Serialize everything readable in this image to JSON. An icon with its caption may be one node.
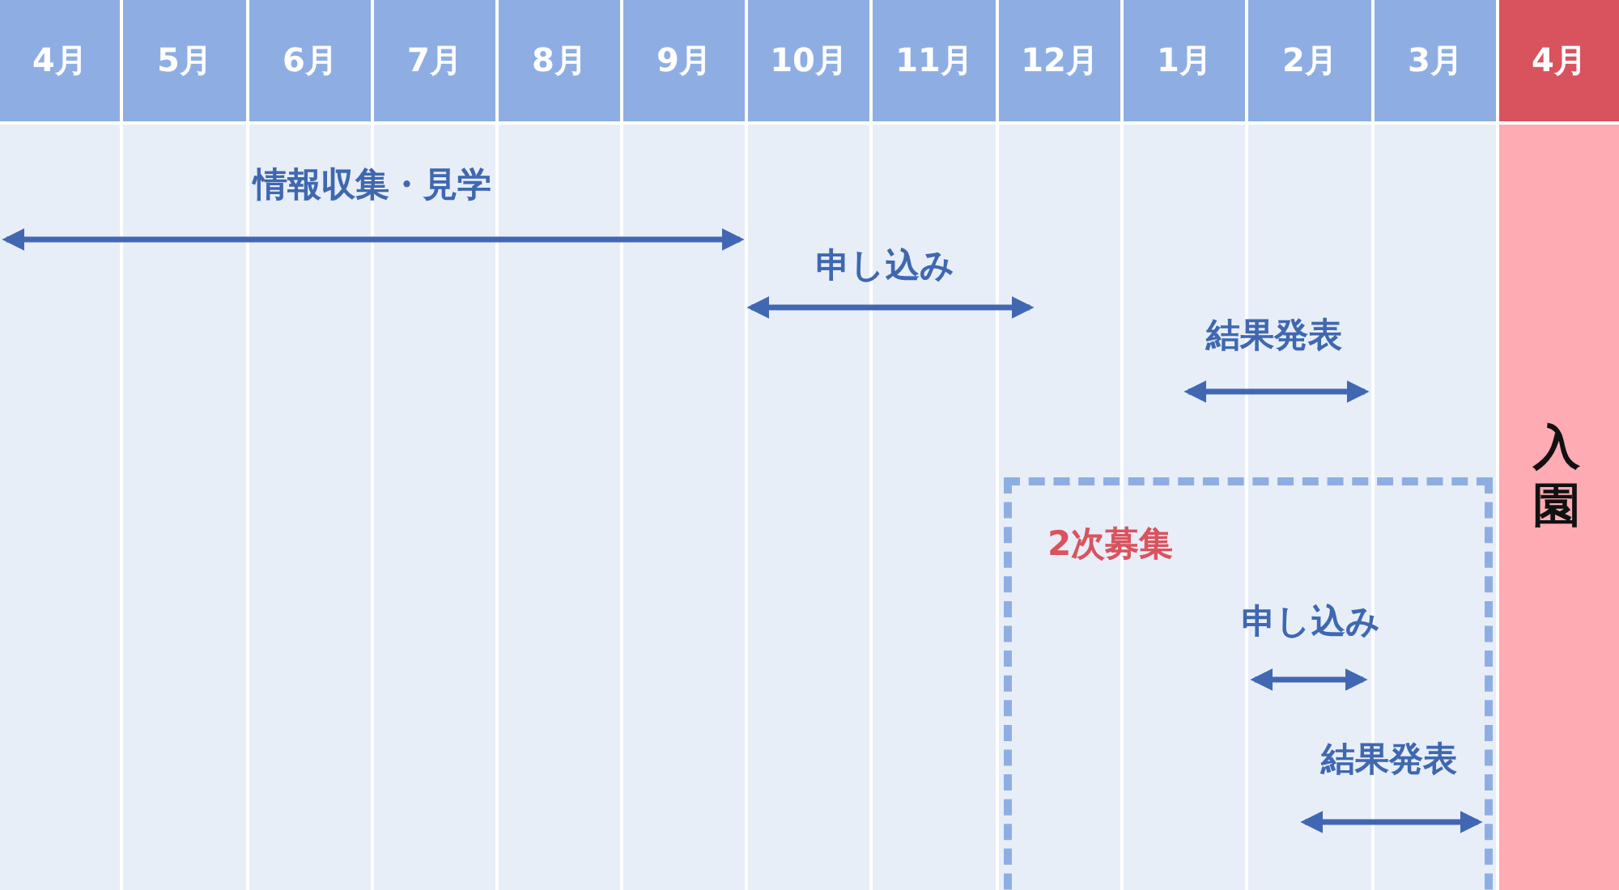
{
  "diagram": {
    "nodes": [
      {
        "text": [
          "2次募集"
        ]
      }
    ],
    "labels": [
      "4月",
      "5月",
      "6月",
      "7月",
      "8月",
      "9月",
      "10月",
      "11月",
      "12月",
      "1月",
      "2月",
      "3月",
      "4月",
      "情報収集・見学",
      "申し込み",
      "結果発表",
      "入園",
      "申し込み",
      "結果発表"
    ]
  }
}
